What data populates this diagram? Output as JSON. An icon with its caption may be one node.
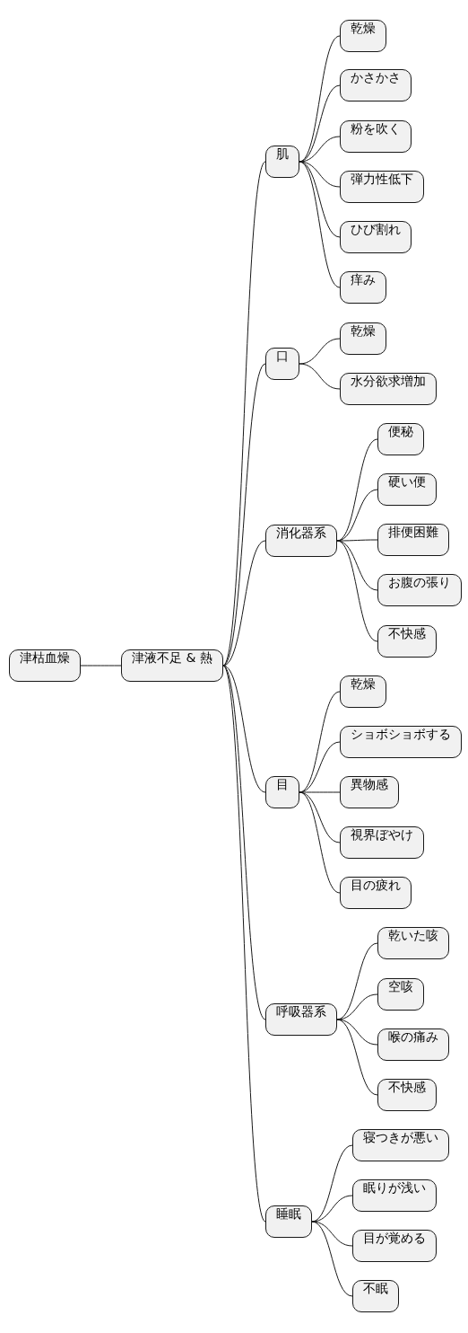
{
  "diagram": {
    "nodes": [
      {
        "text": [
          "津枯血燥"
        ]
      },
      {
        "text": [
          "津液不足 & 熱"
        ]
      },
      {
        "text": [
          "肌"
        ]
      },
      {
        "text": [
          "乾燥"
        ]
      },
      {
        "text": [
          "かさかさ"
        ]
      },
      {
        "text": [
          "粉を吹く"
        ]
      },
      {
        "text": [
          "弾力性低下"
        ]
      },
      {
        "text": [
          "ひび割れ"
        ]
      },
      {
        "text": [
          "痒み"
        ]
      },
      {
        "text": [
          "口"
        ]
      },
      {
        "text": [
          "乾燥"
        ]
      },
      {
        "text": [
          "水分欲求増加"
        ]
      },
      {
        "text": [
          "消化器系"
        ]
      },
      {
        "text": [
          "便秘"
        ]
      },
      {
        "text": [
          "硬い便"
        ]
      },
      {
        "text": [
          "排便困難"
        ]
      },
      {
        "text": [
          "お腹の張り"
        ]
      },
      {
        "text": [
          "不快感"
        ]
      },
      {
        "text": [
          "目"
        ]
      },
      {
        "text": [
          "乾燥"
        ]
      },
      {
        "text": [
          "ショボショボする"
        ]
      },
      {
        "text": [
          "異物感"
        ]
      },
      {
        "text": [
          "視界ぼやけ"
        ]
      },
      {
        "text": [
          "目の疲れ"
        ]
      },
      {
        "text": [
          "呼吸器系"
        ]
      },
      {
        "text": [
          "乾いた咳"
        ]
      },
      {
        "text": [
          "空咳"
        ]
      },
      {
        "text": [
          "喉の痛み"
        ]
      },
      {
        "text": [
          "不快感"
        ]
      },
      {
        "text": [
          "睡眠"
        ]
      },
      {
        "text": [
          "寝つきが悪い"
        ]
      },
      {
        "text": [
          "眠りが浅い"
        ]
      },
      {
        "text": [
          "目が覚める"
        ]
      },
      {
        "text": [
          "不眠"
        ]
      }
    ],
    "edges": [
      {
        "from": 0,
        "to": 1,
        "arrow": "none"
      },
      {
        "from": 1,
        "to": 2,
        "arrow": "none"
      },
      {
        "from": 2,
        "to": 3,
        "arrow": "none"
      },
      {
        "from": 2,
        "to": 4,
        "arrow": "none"
      },
      {
        "from": 2,
        "to": 5,
        "arrow": "none"
      },
      {
        "from": 2,
        "to": 6,
        "arrow": "none"
      },
      {
        "from": 2,
        "to": 7,
        "arrow": "none"
      },
      {
        "from": 2,
        "to": 8,
        "arrow": "none"
      },
      {
        "from": 1,
        "to": 9,
        "arrow": "none"
      },
      {
        "from": 9,
        "to": 10,
        "arrow": "none"
      },
      {
        "from": 9,
        "to": 11,
        "arrow": "none"
      },
      {
        "from": 1,
        "to": 12,
        "arrow": "none"
      },
      {
        "from": 12,
        "to": 13,
        "arrow": "none"
      },
      {
        "from": 12,
        "to": 14,
        "arrow": "none"
      },
      {
        "from": 12,
        "to": 15,
        "arrow": "none"
      },
      {
        "from": 12,
        "to": 16,
        "arrow": "none"
      },
      {
        "from": 12,
        "to": 17,
        "arrow": "none"
      },
      {
        "from": 1,
        "to": 18,
        "arrow": "none"
      },
      {
        "from": 18,
        "to": 19,
        "arrow": "none"
      },
      {
        "from": 18,
        "to": 20,
        "arrow": "none"
      },
      {
        "from": 18,
        "to": 21,
        "arrow": "none"
      },
      {
        "from": 18,
        "to": 22,
        "arrow": "none"
      },
      {
        "from": 18,
        "to": 23,
        "arrow": "none"
      },
      {
        "from": 1,
        "to": 24,
        "arrow": "none"
      },
      {
        "from": 24,
        "to": 25,
        "arrow": "none"
      },
      {
        "from": 24,
        "to": 26,
        "arrow": "none"
      },
      {
        "from": 24,
        "to": 27,
        "arrow": "none"
      },
      {
        "from": 24,
        "to": 28,
        "arrow": "none"
      },
      {
        "from": 1,
        "to": 29,
        "arrow": "none"
      },
      {
        "from": 29,
        "to": 30,
        "arrow": "none"
      },
      {
        "from": 29,
        "to": 31,
        "arrow": "none"
      },
      {
        "from": 29,
        "to": 32,
        "arrow": "none"
      },
      {
        "from": 29,
        "to": 33,
        "arrow": "none"
      }
    ]
  }
}
